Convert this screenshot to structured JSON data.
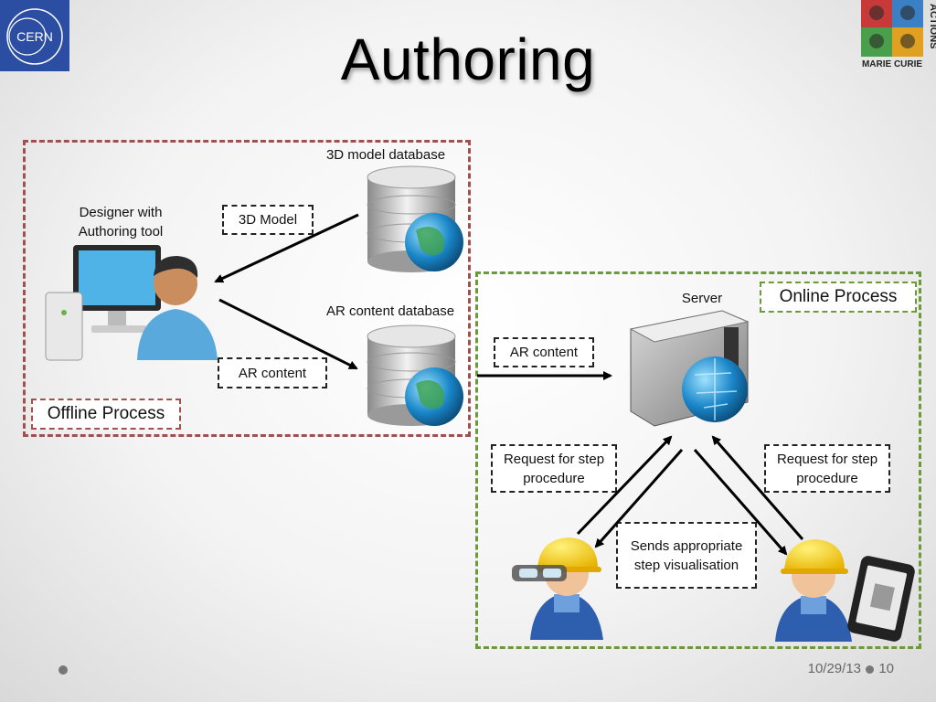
{
  "slide": {
    "title": "Authoring",
    "date": "10/29/13",
    "page": "10"
  },
  "logos": {
    "left": "CERN",
    "right_line1": "MARIE CURIE",
    "right_line2": "ACTIONS"
  },
  "offline": {
    "label": "Offline Process",
    "designer_label": "Designer with Authoring tool",
    "model_db_label": "3D model database",
    "ar_db_label": "AR content database",
    "edge_3d_model": "3D Model",
    "edge_ar_content": "AR content"
  },
  "online": {
    "label": "Online Process",
    "server_label": "Server",
    "edge_ar_content": "AR content",
    "request_left": "Request for step procedure",
    "request_right": "Request for step procedure",
    "sends": "Sends appropriate step visualisation"
  },
  "colors": {
    "offline_border": "#a0504f",
    "online_border": "#6a9a3a",
    "cern_blue": "#2b4ea2"
  }
}
